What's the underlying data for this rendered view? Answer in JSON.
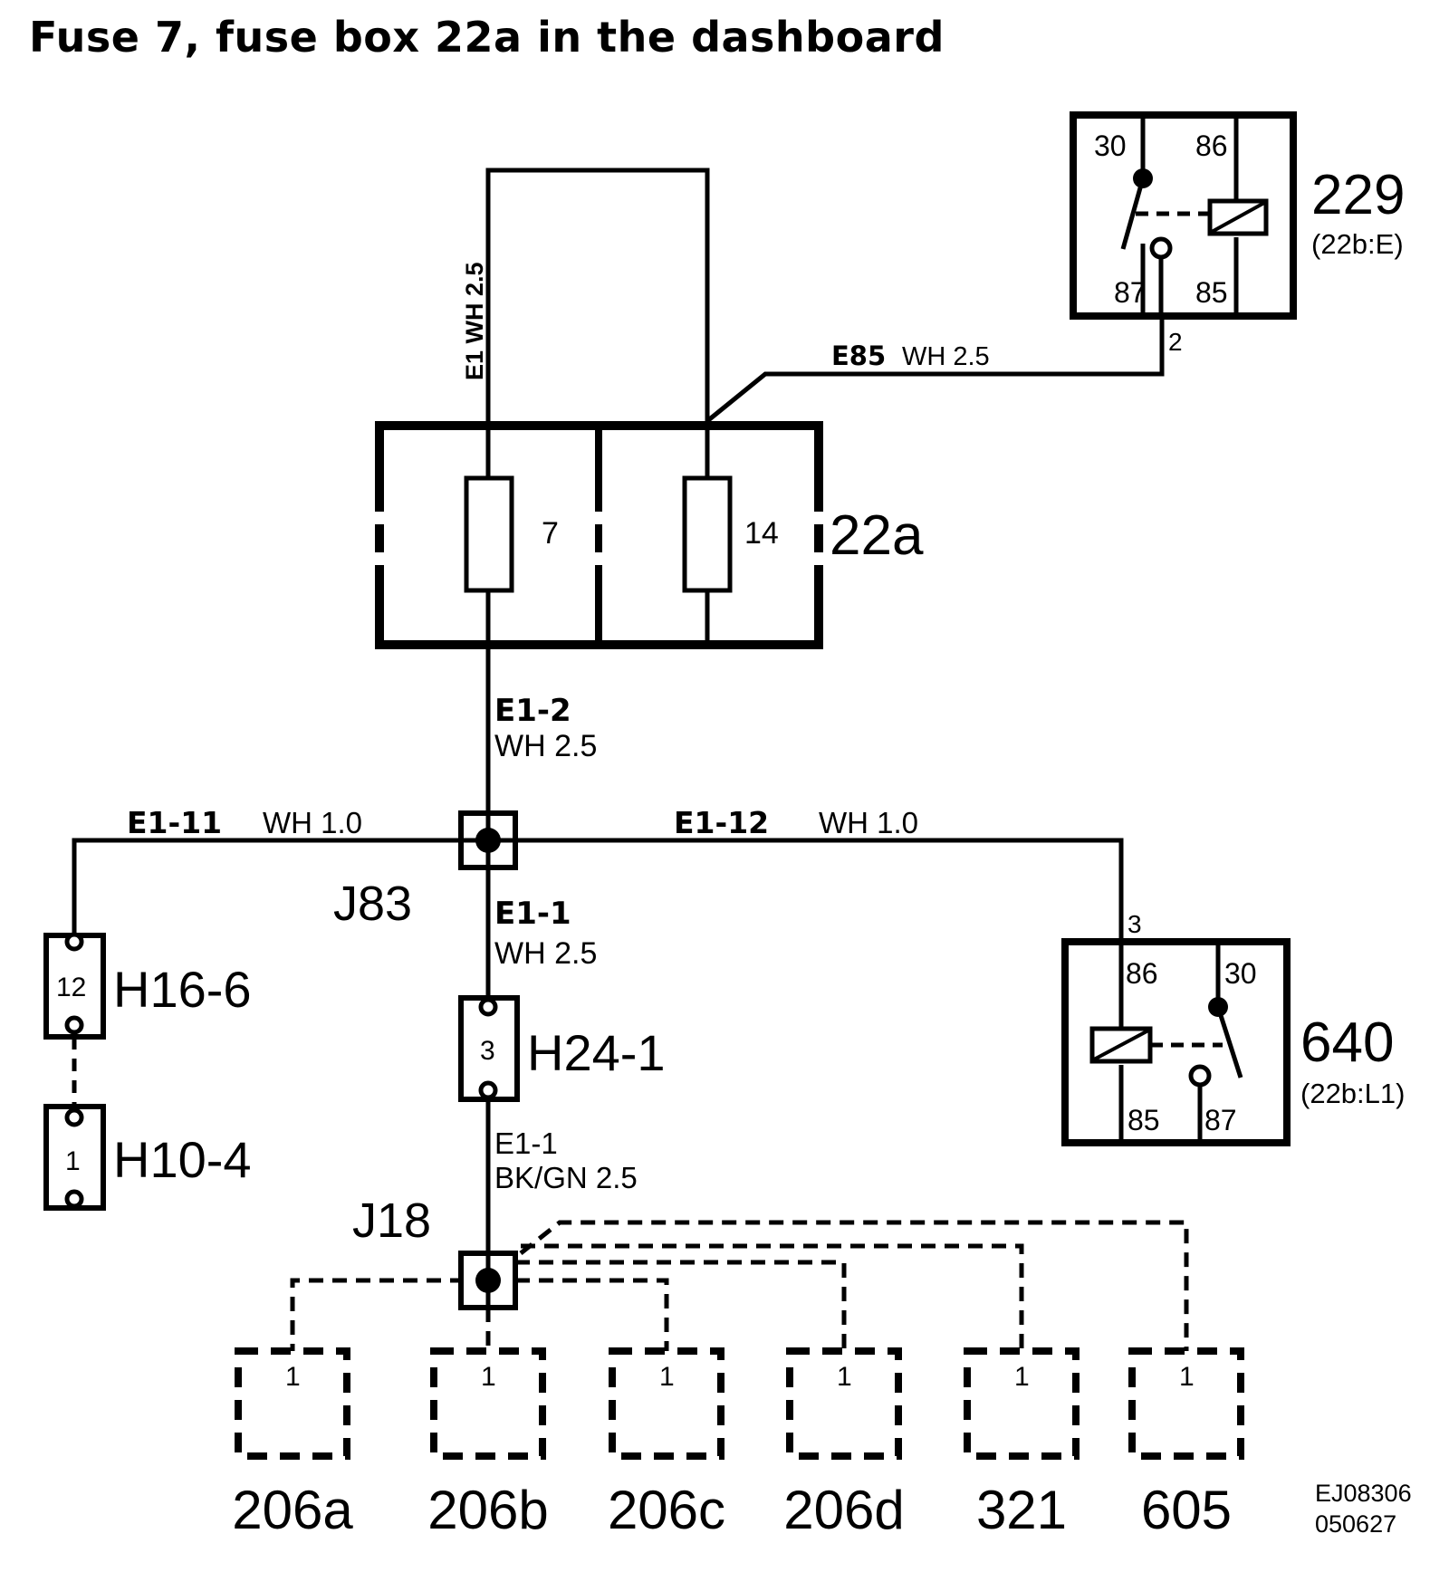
{
  "title": "Fuse 7, fuse box 22a in the dashboard",
  "fusebox": {
    "id": "22a",
    "fuse_a": "7",
    "fuse_b": "14"
  },
  "relay_229": {
    "id": "229",
    "ref": "(22b:E)",
    "pin_30": "30",
    "pin_86": "86",
    "pin_87": "87",
    "pin_85": "85",
    "conn_pin": "2"
  },
  "relay_640": {
    "id": "640",
    "ref": "(22b:L1)",
    "pin_86": "86",
    "pin_30": "30",
    "pin_85": "85",
    "pin_87": "87",
    "conn_pin": "3"
  },
  "wires": {
    "e1_vertical": "E1 WH 2.5",
    "e85_code": "E85",
    "e85_spec": "WH 2.5",
    "e1_2_code": "E1-2",
    "e1_2_spec": "WH 2.5",
    "e1_11_code": "E1-11",
    "e1_11_spec": "WH 1.0",
    "e1_12_code": "E1-12",
    "e1_12_spec": "WH 1.0",
    "e1_1_code": "E1-1",
    "e1_1_spec": "WH 2.5",
    "e1_1b_code": "E1-1",
    "e1_1b_spec": "BK/GN  2.5"
  },
  "junctions": {
    "j83": "J83",
    "j18": "J18"
  },
  "connectors": {
    "h16_6": {
      "id": "H16-6",
      "pin": "12"
    },
    "h10_4": {
      "id": "H10-4",
      "pin": "1"
    },
    "h24_1": {
      "id": "H24-1",
      "pin": "3"
    }
  },
  "components": [
    {
      "id": "206a",
      "pin": "1"
    },
    {
      "id": "206b",
      "pin": "1"
    },
    {
      "id": "206c",
      "pin": "1"
    },
    {
      "id": "206d",
      "pin": "1"
    },
    {
      "id": "321",
      "pin": "1"
    },
    {
      "id": "605",
      "pin": "1"
    }
  ],
  "doc_code": {
    "line1": "EJ08306",
    "line2": "050627"
  }
}
